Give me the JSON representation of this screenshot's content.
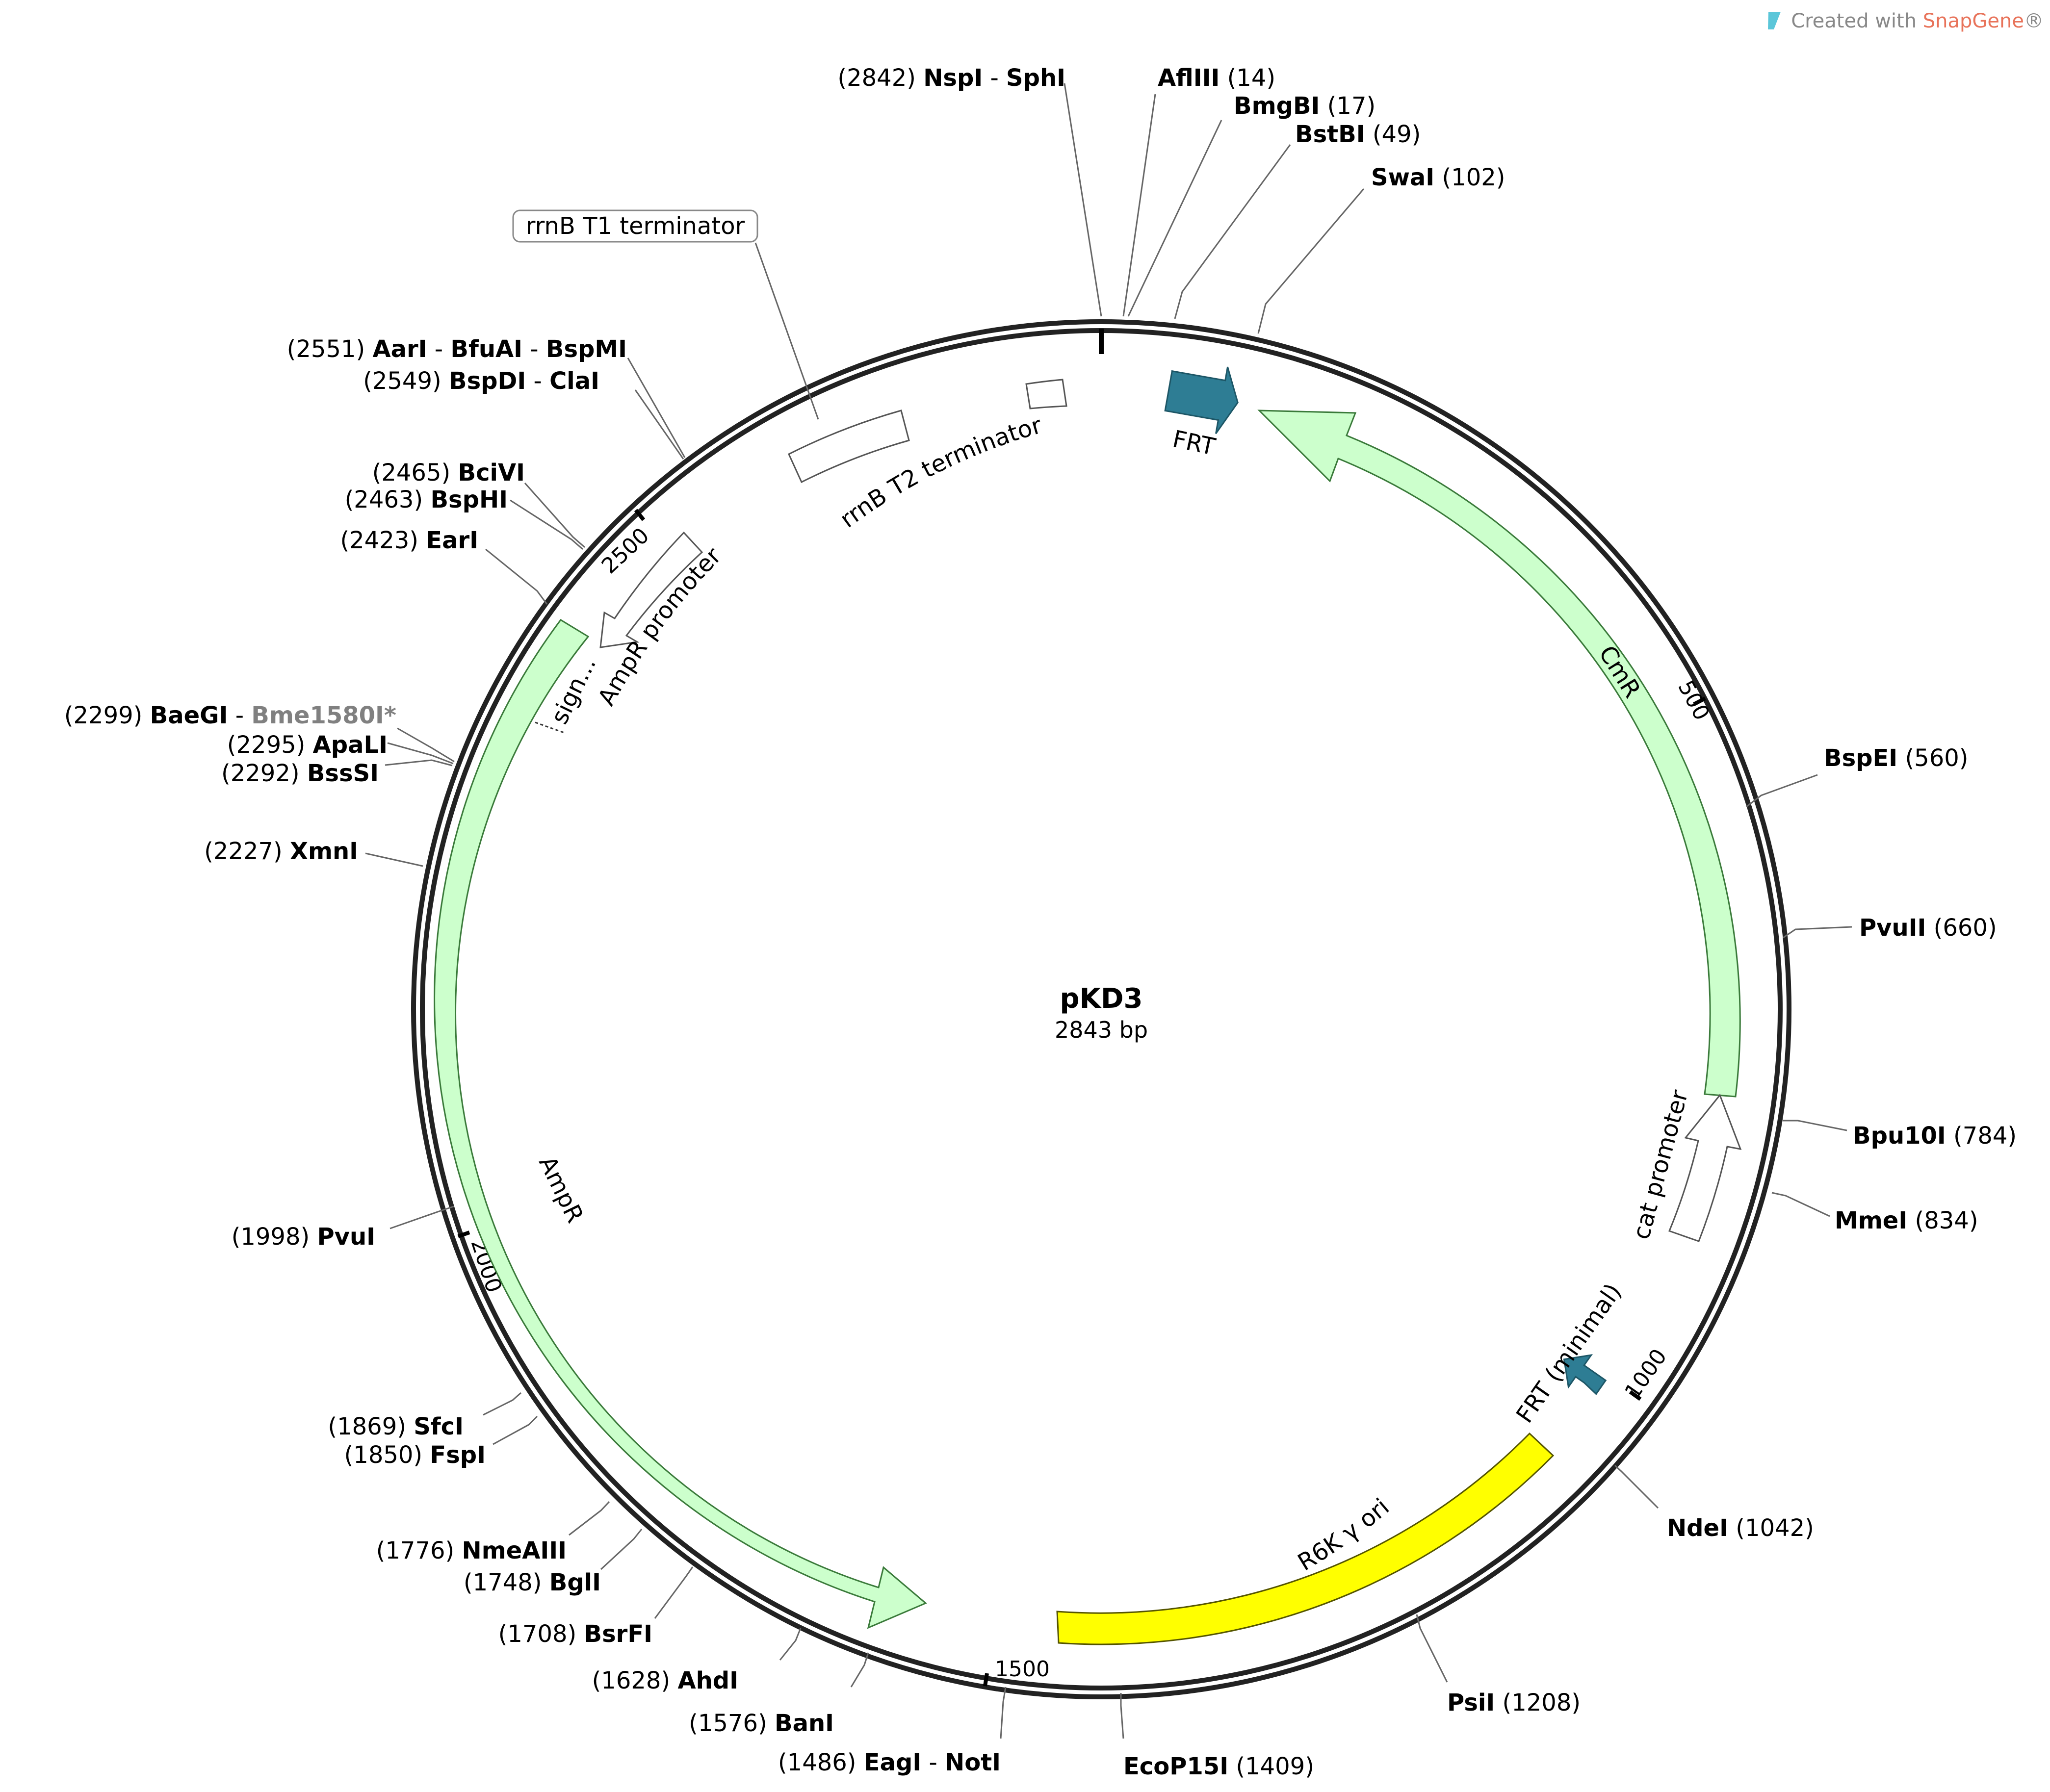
{
  "watermark": {
    "prefix": "Created with ",
    "brand": "SnapGene",
    "suffix": "®"
  },
  "plasmid": {
    "name": "pKD3",
    "length_label": "2843 bp"
  },
  "ticks": [
    "500",
    "1000",
    "1500",
    "2000",
    "2500"
  ],
  "features": [
    {
      "id": "frt",
      "label": "FRT",
      "color": "#2e7d94"
    },
    {
      "id": "cmr",
      "label": "CmR",
      "color": "#ccffcc"
    },
    {
      "id": "cat-promoter",
      "label": "cat promoter",
      "color": "#ffffff"
    },
    {
      "id": "frt-minimal",
      "label": "FRT (minimal)",
      "color": "#2e7d94"
    },
    {
      "id": "r6k-ori",
      "label": "R6K γ ori",
      "color": "#ffff00"
    },
    {
      "id": "ampr",
      "label": "AmpR",
      "color": "#ccffcc"
    },
    {
      "id": "sign",
      "label": "sign...",
      "color": "#ccffcc"
    },
    {
      "id": "ampr-promoter",
      "label": "AmpR promoter",
      "color": "#ffffff"
    },
    {
      "id": "rrnb-t1",
      "label": "rrnB T1 terminator",
      "color": "#ffffff"
    },
    {
      "id": "rrnb-t2",
      "label": "rrnB T2 terminator",
      "color": "#ffffff"
    }
  ],
  "sites": [
    {
      "id": "nspi-sphi",
      "pos": "(2842)",
      "names": [
        "NspI",
        "SphI"
      ]
    },
    {
      "id": "afliii",
      "pos": "(14)",
      "names": [
        "AflIII"
      ]
    },
    {
      "id": "bmgbi",
      "pos": "(17)",
      "names": [
        "BmgBI"
      ]
    },
    {
      "id": "bstbi",
      "pos": "(49)",
      "names": [
        "BstBI"
      ]
    },
    {
      "id": "swai",
      "pos": "(102)",
      "names": [
        "SwaI"
      ]
    },
    {
      "id": "bspei",
      "pos": "(560)",
      "names": [
        "BspEI"
      ]
    },
    {
      "id": "pvuii",
      "pos": "(660)",
      "names": [
        "PvuII"
      ]
    },
    {
      "id": "bpu10i",
      "pos": "(784)",
      "names": [
        "Bpu10I"
      ]
    },
    {
      "id": "mmei",
      "pos": "(834)",
      "names": [
        "MmeI"
      ]
    },
    {
      "id": "ndei",
      "pos": "(1042)",
      "names": [
        "NdeI"
      ]
    },
    {
      "id": "psii",
      "pos": "(1208)",
      "names": [
        "PsiI"
      ]
    },
    {
      "id": "ecop15i",
      "pos": "(1409)",
      "names": [
        "EcoP15I"
      ]
    },
    {
      "id": "eagi-noti",
      "pos": "(1486)",
      "names": [
        "EagI",
        "NotI"
      ]
    },
    {
      "id": "bani",
      "pos": "(1576)",
      "names": [
        "BanI"
      ]
    },
    {
      "id": "ahdi",
      "pos": "(1628)",
      "names": [
        "AhdI"
      ]
    },
    {
      "id": "bsrfi",
      "pos": "(1708)",
      "names": [
        "BsrFI"
      ]
    },
    {
      "id": "bgli",
      "pos": "(1748)",
      "names": [
        "BglI"
      ]
    },
    {
      "id": "nmeaiii",
      "pos": "(1776)",
      "names": [
        "NmeAIII"
      ]
    },
    {
      "id": "fspi",
      "pos": "(1850)",
      "names": [
        "FspI"
      ]
    },
    {
      "id": "sfci",
      "pos": "(1869)",
      "names": [
        "SfcI"
      ]
    },
    {
      "id": "pvui",
      "pos": "(1998)",
      "names": [
        "PvuI"
      ]
    },
    {
      "id": "xmni",
      "pos": "(2227)",
      "names": [
        "XmnI"
      ]
    },
    {
      "id": "bsssi",
      "pos": "(2292)",
      "names": [
        "BssSI"
      ]
    },
    {
      "id": "apali",
      "pos": "(2295)",
      "names": [
        "ApaLI"
      ]
    },
    {
      "id": "baegi-bme1580i",
      "pos": "(2299)",
      "names": [
        "BaeGI",
        "Bme1580I*"
      ]
    },
    {
      "id": "eari",
      "pos": "(2423)",
      "names": [
        "EarI"
      ]
    },
    {
      "id": "bsphi",
      "pos": "(2463)",
      "names": [
        "BspHI"
      ]
    },
    {
      "id": "bcivi",
      "pos": "(2465)",
      "names": [
        "BciVI"
      ]
    },
    {
      "id": "bspdi-clai",
      "pos": "(2549)",
      "names": [
        "BspDI",
        "ClaI"
      ]
    },
    {
      "id": "aari-bfuai-bspmi",
      "pos": "(2551)",
      "names": [
        "AarI",
        "BfuAI",
        "BspMI"
      ]
    }
  ]
}
